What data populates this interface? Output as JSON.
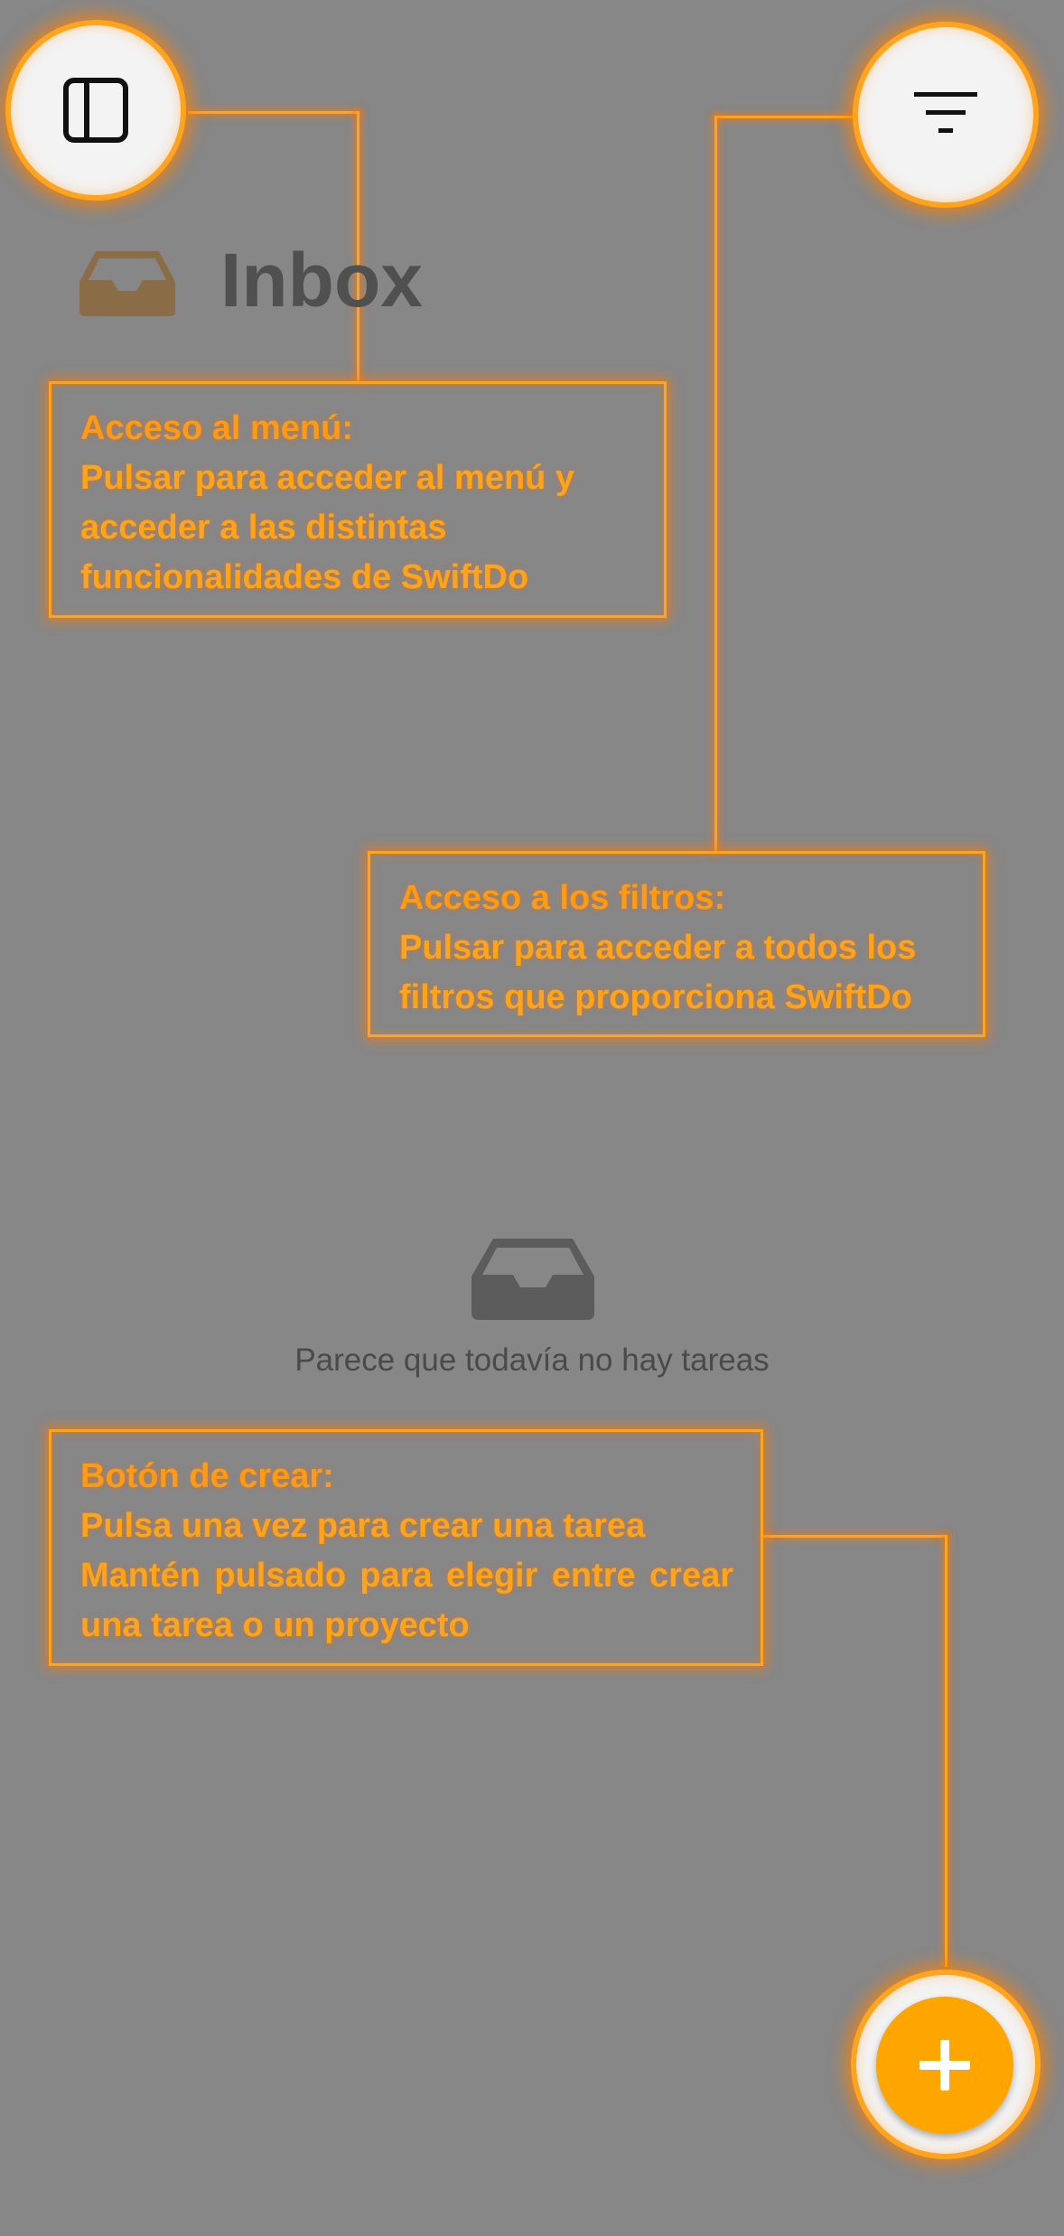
{
  "header": {
    "title": "Inbox"
  },
  "icons": {
    "menu": "sidebar-toggle-icon",
    "filter": "filter-icon",
    "inbox_header": "inbox-tray-icon",
    "inbox_empty": "inbox-tray-icon",
    "create": "plus-icon"
  },
  "tooltips": {
    "menu": {
      "title": "Acceso al menú:",
      "body": "Pulsar para acceder al menú y acceder a las distintas funcionalidades de SwiftDo"
    },
    "filters": {
      "title": "Acceso a los filtros:",
      "body": "Pulsar para acceder a todos los filtros que proporciona SwiftDo"
    },
    "create": {
      "title": "Botón de crear:",
      "line1": "Pulsa una vez para crear una tarea",
      "line2": "Mantén pulsado para elegir entre crear una tarea o un proyecto"
    }
  },
  "empty_state": {
    "message": "Parece que todavía no hay tareas"
  },
  "colors": {
    "overlay": "#878787",
    "accent": "#ffa500",
    "highlight": "#ffa41c"
  }
}
